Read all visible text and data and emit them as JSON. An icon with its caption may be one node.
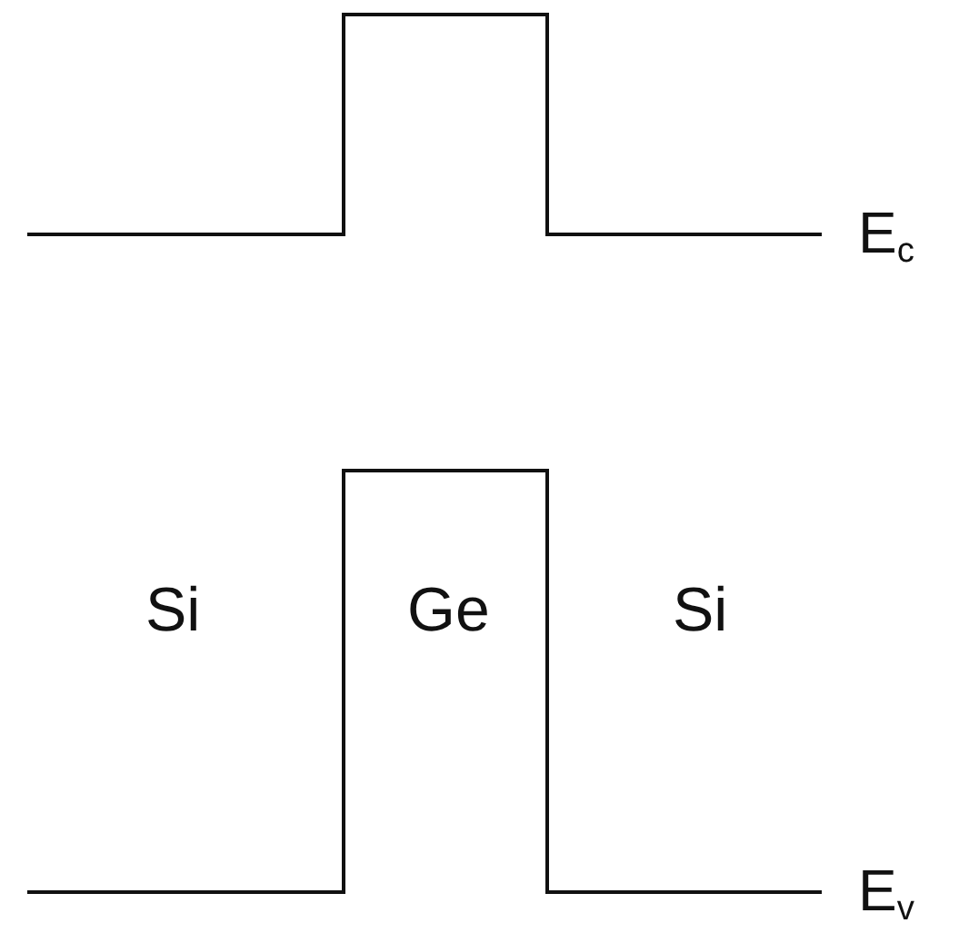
{
  "diagram": {
    "labels": [
      "E$_{c}$",
      "Si",
      "Ge",
      "Si",
      "E$_{v}$"
    ]
  }
}
